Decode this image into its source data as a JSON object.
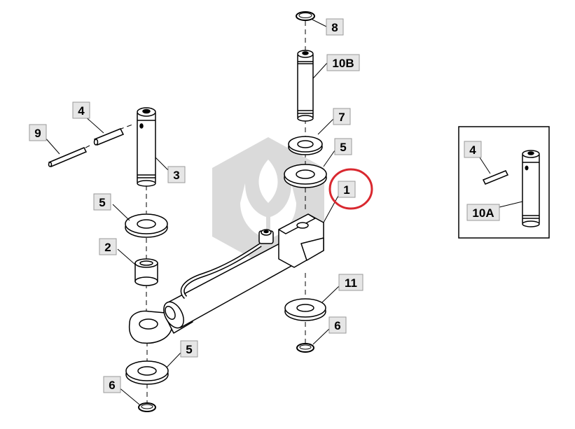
{
  "callouts": {
    "c1": "1",
    "c2": "2",
    "c3": "3",
    "c4a": "4",
    "c4b": "4",
    "c5a": "5",
    "c5b": "5",
    "c5c": "5",
    "c6a": "6",
    "c6b": "6",
    "c7": "7",
    "c8": "8",
    "c9": "9",
    "c10a": "10A",
    "c10b": "10B",
    "c11": "11"
  },
  "colors": {
    "highlight_circle": "#d9282f",
    "line": "#000000",
    "tag_fill": "#e6e6e6",
    "watermark": "#d0d0d0"
  }
}
